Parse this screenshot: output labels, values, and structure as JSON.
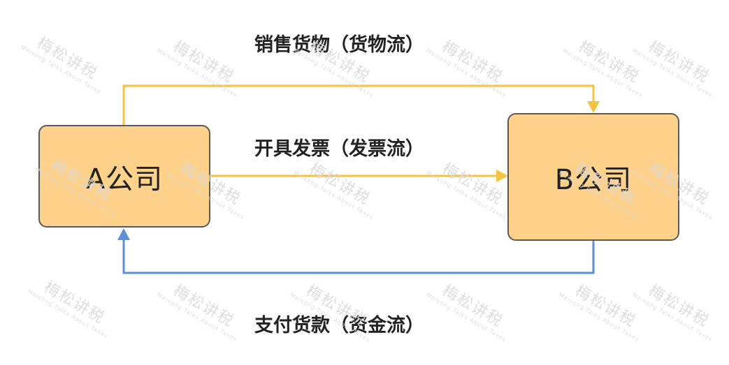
{
  "diagram": {
    "nodes": {
      "a": {
        "label": "A公司"
      },
      "b": {
        "label": "B公司"
      }
    },
    "edges": {
      "goods": {
        "label": "销售货物（货物流）"
      },
      "invoice": {
        "label": "开具发票（发票流）"
      },
      "payment": {
        "label": "支付货款（资金流）"
      }
    },
    "colors": {
      "goods_arrow": "#f5c242",
      "invoice_arrow": "#f5c242",
      "payment_arrow": "#5b8fd6",
      "node_fill": "#ffd28c",
      "node_border": "#5a5a5a"
    }
  },
  "watermark": {
    "text": "梅松讲税",
    "subtext": "Meisong Talks About Taxes"
  }
}
